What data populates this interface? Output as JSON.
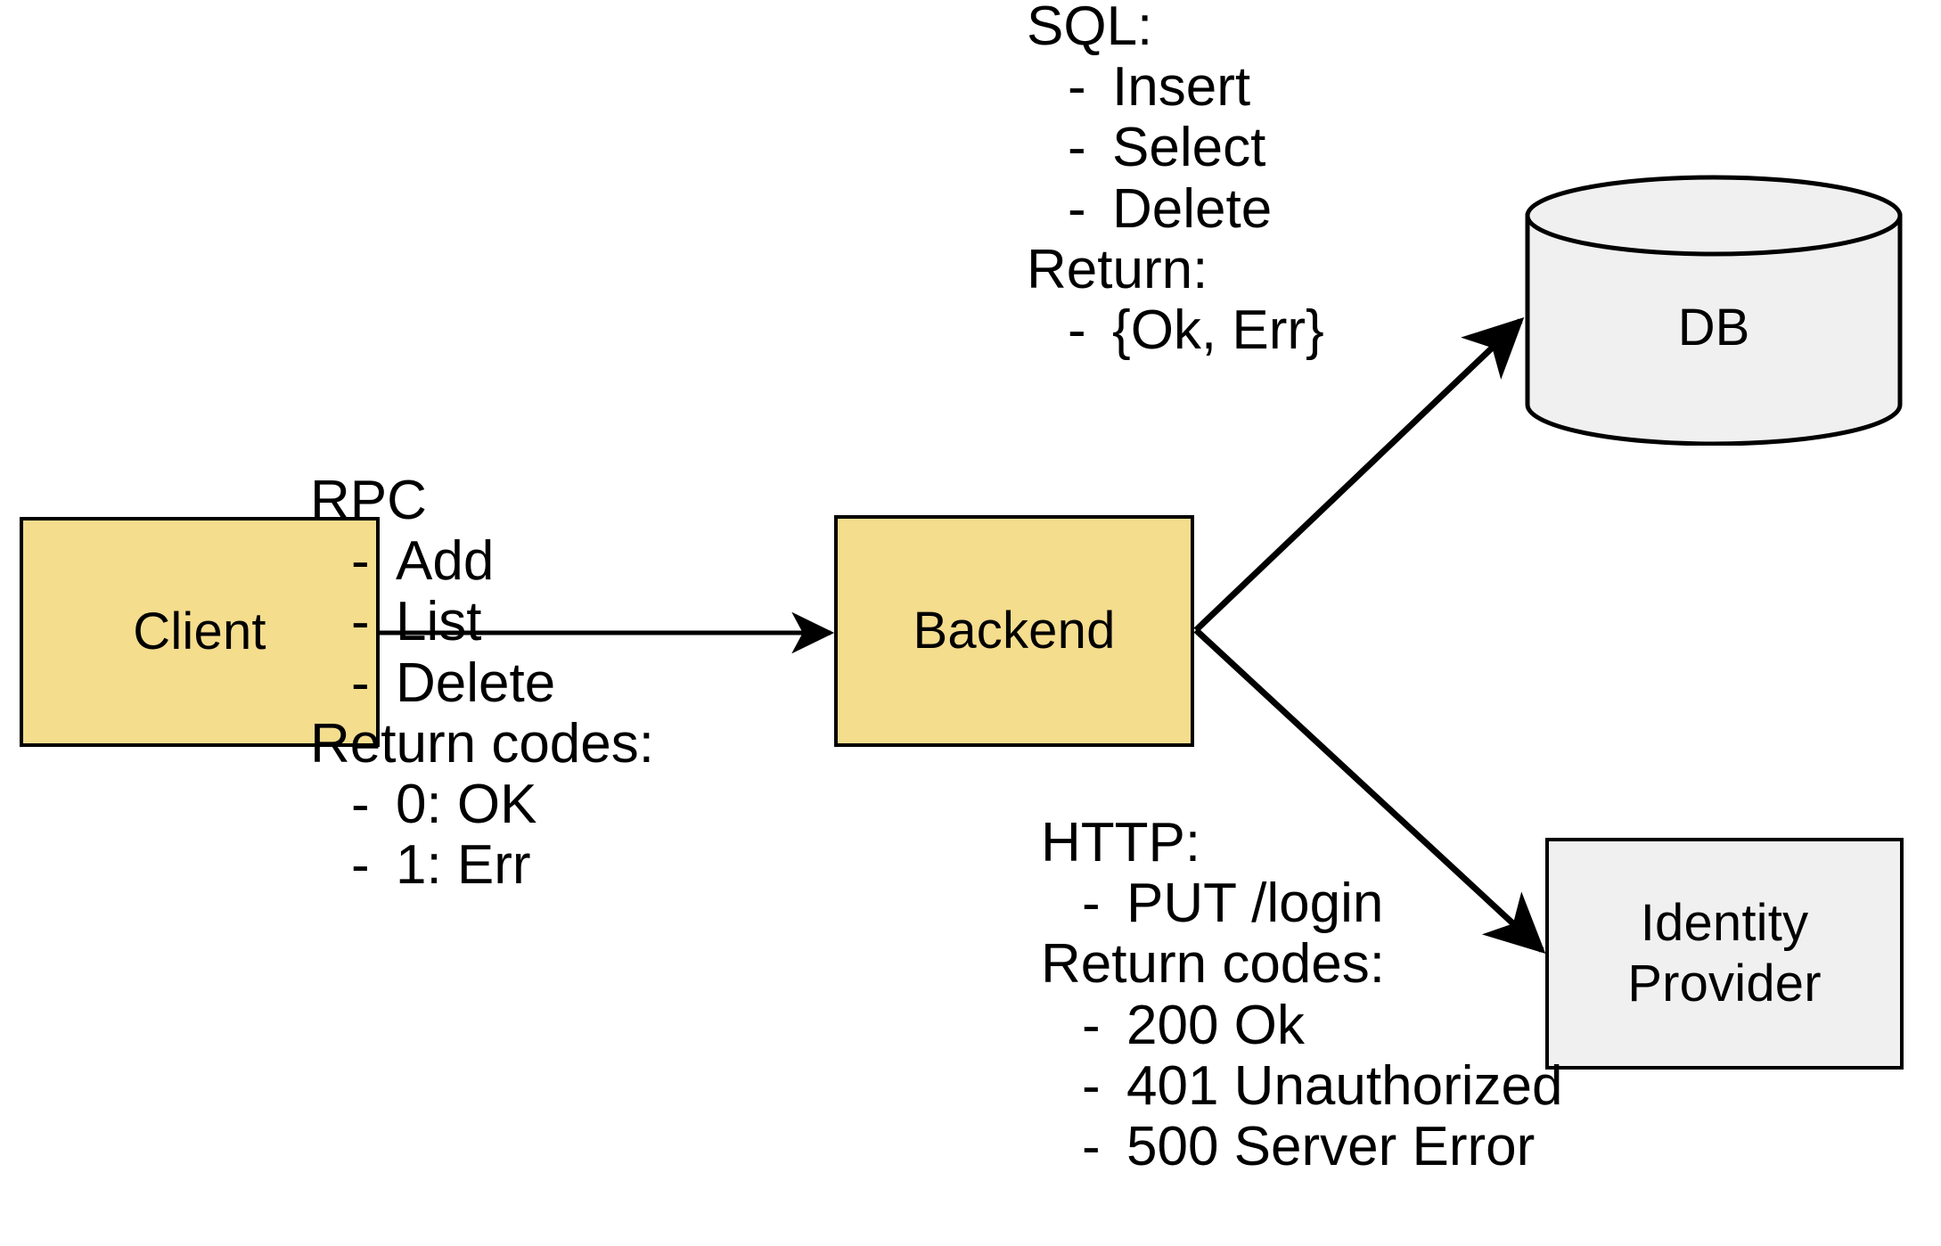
{
  "diagram": {
    "title": "Client / Backend / DB / Identity Provider architecture",
    "colors": {
      "service_fill": "#f5dd8e",
      "store_fill": "#f0f0f0",
      "stroke": "#000000",
      "background": "#ffffff"
    }
  },
  "nodes": {
    "client": {
      "label": "Client",
      "shape": "rectangle",
      "fill": "#f5dd8e"
    },
    "backend": {
      "label": "Backend",
      "shape": "rectangle",
      "fill": "#f5dd8e"
    },
    "db": {
      "label": "DB",
      "shape": "cylinder",
      "fill": "#f0f0f0"
    },
    "identity_provider": {
      "label": "Identity\nProvider",
      "line1": "Identity",
      "line2": "Provider",
      "shape": "rectangle",
      "fill": "#f0f0f0"
    }
  },
  "edges": [
    {
      "from": "client",
      "to": "backend",
      "arrow": "single",
      "annotation": "rpc"
    },
    {
      "from": "backend",
      "to": "db",
      "arrow": "single",
      "annotation": "sql"
    },
    {
      "from": "backend",
      "to": "identity_provider",
      "arrow": "single",
      "annotation": "http"
    }
  ],
  "annotations": {
    "rpc": {
      "heading": "RPC",
      "items": [
        "Add",
        "List",
        "Delete"
      ],
      "returns_heading": "Return codes:",
      "returns": [
        "0: OK",
        "1: Err"
      ],
      "bullet": "-"
    },
    "sql": {
      "heading": "SQL:",
      "items": [
        "Insert",
        "Select",
        "Delete"
      ],
      "returns_heading": "Return:",
      "returns": [
        "{Ok, Err}"
      ],
      "bullet": "-"
    },
    "http": {
      "heading": "HTTP:",
      "items": [
        "PUT /login"
      ],
      "returns_heading": "Return codes:",
      "returns": [
        "200 Ok",
        "401 Unauthorized",
        "500 Server Error"
      ],
      "bullet": "-"
    }
  }
}
